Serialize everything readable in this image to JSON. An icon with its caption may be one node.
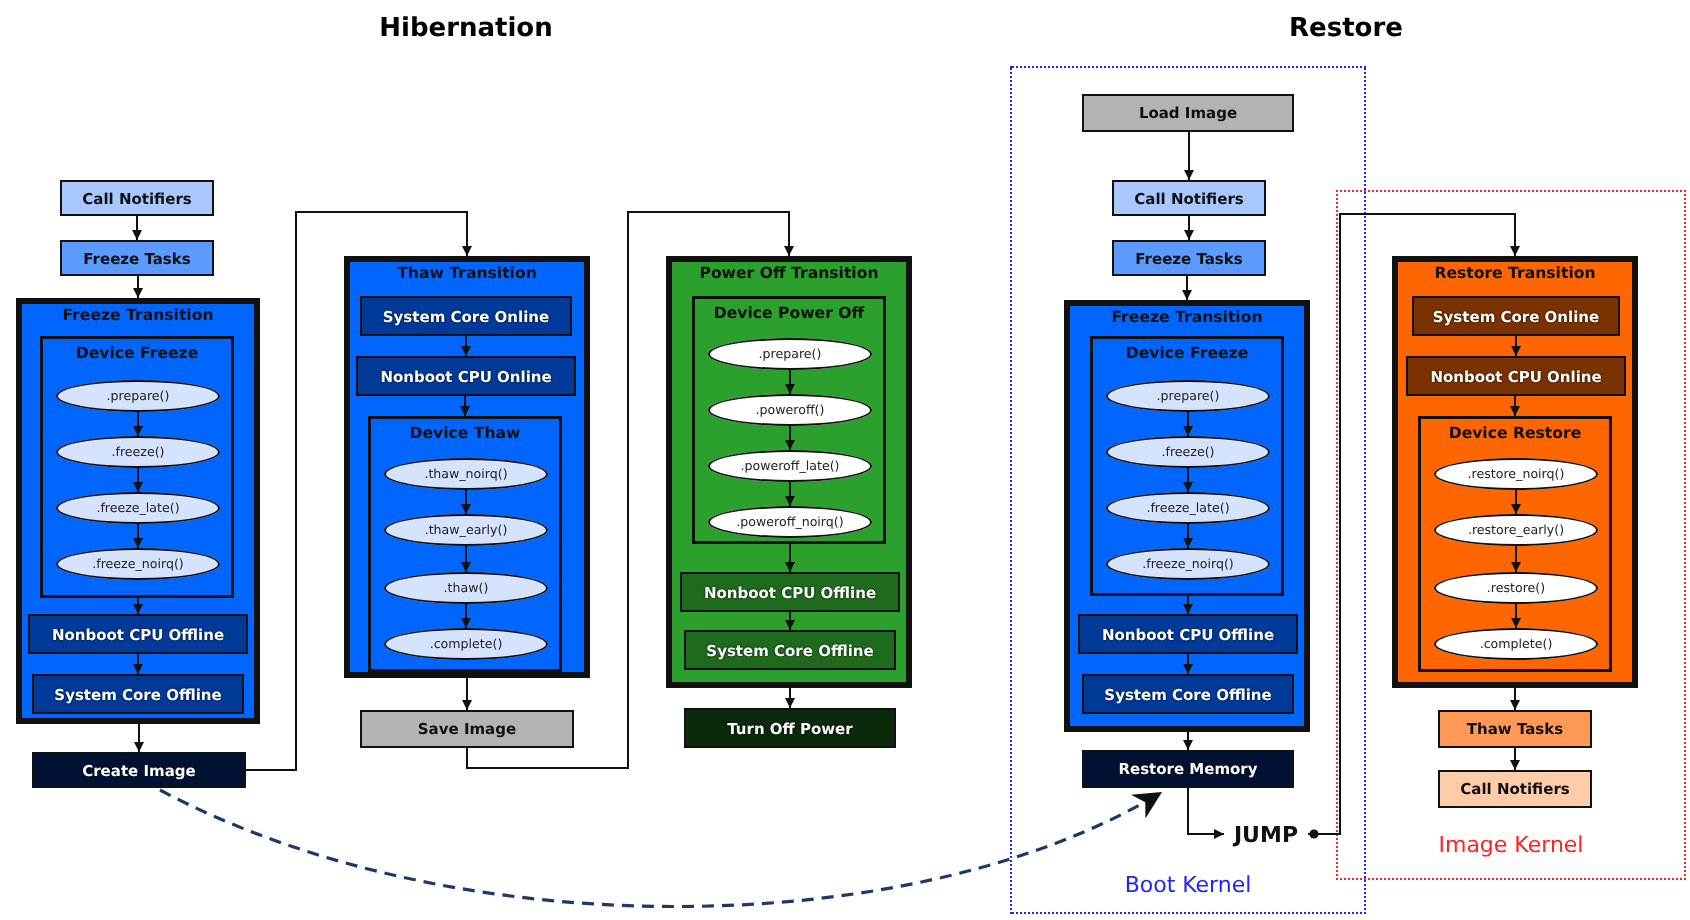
{
  "diagram": {
    "nodes": [
      {
        "text": [
          "Call Notifiers"
        ]
      },
      {
        "text": [
          "Freeze Tasks"
        ]
      },
      {
        "text": [
          "Freeze Transition"
        ]
      },
      {
        "text": [
          "Device Freeze"
        ],
        "in": 2
      },
      {
        "text": [
          ".prepare()"
        ],
        "in": 3
      },
      {
        "text": [
          ".freeze()"
        ],
        "in": 3
      },
      {
        "text": [
          ".freeze_late()"
        ],
        "in": 3
      },
      {
        "text": [
          ".freeze_noirq()"
        ],
        "in": 3
      },
      {
        "text": [
          "Nonboot CPU Offline"
        ],
        "in": 2
      },
      {
        "text": [
          "System Core Offline"
        ],
        "in": 2
      },
      {
        "text": [
          "Create Image"
        ]
      },
      {
        "text": [
          "Thaw Transition"
        ]
      },
      {
        "text": [
          "System Core Online"
        ],
        "in": 11
      },
      {
        "text": [
          "Nonboot CPU Online"
        ],
        "in": 11
      },
      {
        "text": [
          "Device Thaw"
        ],
        "in": 11
      },
      {
        "text": [
          ".thaw_noirq()"
        ],
        "in": 14
      },
      {
        "text": [
          ".thaw_early()"
        ],
        "in": 14
      },
      {
        "text": [
          ".thaw()"
        ],
        "in": 14
      },
      {
        "text": [
          ".complete()"
        ],
        "in": 14
      },
      {
        "text": [
          "Save Image"
        ]
      },
      {
        "text": [
          "Power Off Transition"
        ]
      },
      {
        "text": [
          "Device Power Off"
        ],
        "in": 20
      },
      {
        "text": [
          ".prepare()"
        ],
        "in": 21
      },
      {
        "text": [
          ".poweroff()"
        ],
        "in": 21
      },
      {
        "text": [
          ".poweroff_late()"
        ],
        "in": 21
      },
      {
        "text": [
          ".poweroff_noirq()"
        ],
        "in": 21
      },
      {
        "text": [
          "Nonboot CPU Offline"
        ],
        "in": 20
      },
      {
        "text": [
          "System Core Offline"
        ],
        "in": 20
      },
      {
        "text": [
          "Turn Off Power"
        ]
      },
      {
        "text": [
          "Boot Kernel"
        ]
      },
      {
        "text": [
          "Load Image"
        ],
        "in": 29
      },
      {
        "text": [
          "Call Notifiers"
        ],
        "in": 29
      },
      {
        "text": [
          "Freeze Tasks"
        ],
        "in": 29
      },
      {
        "text": [
          "Freeze Transition"
        ],
        "in": 29
      },
      {
        "text": [
          "Device Freeze"
        ],
        "in": 33
      },
      {
        "text": [
          ".prepare()"
        ],
        "in": 34
      },
      {
        "text": [
          ".freeze()"
        ],
        "in": 34
      },
      {
        "text": [
          ".freeze_late()"
        ],
        "in": 34
      },
      {
        "text": [
          ".freeze_noirq()"
        ],
        "in": 34
      },
      {
        "text": [
          "Nonboot CPU Offline"
        ],
        "in": 33
      },
      {
        "text": [
          "System Core Offline"
        ],
        "in": 33
      },
      {
        "text": [
          "Restore Memory"
        ],
        "in": 29
      },
      {
        "text": [
          "JUMP"
        ],
        "in": 29
      },
      {
        "text": [
          "Image Kernel"
        ]
      },
      {
        "text": [
          "Restore Transition"
        ],
        "in": 43
      },
      {
        "text": [
          "System Core Online"
        ],
        "in": 44
      },
      {
        "text": [
          "Nonboot CPU Online"
        ],
        "in": 44
      },
      {
        "text": [
          "Device Restore"
        ],
        "in": 44
      },
      {
        "text": [
          ".restore_noirq()"
        ],
        "in": 47
      },
      {
        "text": [
          ".restore_early()"
        ],
        "in": 47
      },
      {
        "text": [
          ".restore()"
        ],
        "in": 47
      },
      {
        "text": [
          ".complete()"
        ],
        "in": 47
      },
      {
        "text": [
          "Thaw Tasks"
        ],
        "in": 43
      },
      {
        "text": [
          "Call Notifiers"
        ],
        "in": 43
      }
    ],
    "edges": [
      {
        "from": 0,
        "to": 1,
        "arrow": "to"
      },
      {
        "from": 1,
        "to": 2,
        "arrow": "to"
      },
      {
        "from": 4,
        "to": 5,
        "arrow": "to"
      },
      {
        "from": 5,
        "to": 6,
        "arrow": "to"
      },
      {
        "from": 6,
        "to": 7,
        "arrow": "to"
      },
      {
        "from": 3,
        "to": 8,
        "arrow": "to"
      },
      {
        "from": 8,
        "to": 9,
        "arrow": "to"
      },
      {
        "from": 2,
        "to": 10,
        "arrow": "to"
      },
      {
        "from": 10,
        "to": 11,
        "arrow": "to"
      },
      {
        "from": 12,
        "to": 13,
        "arrow": "to"
      },
      {
        "from": 13,
        "to": 14,
        "arrow": "to"
      },
      {
        "from": 15,
        "to": 16,
        "arrow": "to"
      },
      {
        "from": 16,
        "to": 17,
        "arrow": "to"
      },
      {
        "from": 17,
        "to": 18,
        "arrow": "to"
      },
      {
        "from": 11,
        "to": 19,
        "arrow": "to"
      },
      {
        "from": 19,
        "to": 20,
        "arrow": "to"
      },
      {
        "from": 22,
        "to": 23,
        "arrow": "to"
      },
      {
        "from": 23,
        "to": 24,
        "arrow": "to"
      },
      {
        "from": 24,
        "to": 25,
        "arrow": "to"
      },
      {
        "from": 21,
        "to": 26,
        "arrow": "to"
      },
      {
        "from": 26,
        "to": 27,
        "arrow": "to"
      },
      {
        "from": 20,
        "to": 28,
        "arrow": "to"
      },
      {
        "from": 30,
        "to": 31,
        "arrow": "to"
      },
      {
        "from": 31,
        "to": 32,
        "arrow": "to"
      },
      {
        "from": 32,
        "to": 33,
        "arrow": "to"
      },
      {
        "from": 35,
        "to": 36,
        "arrow": "to"
      },
      {
        "from": 36,
        "to": 37,
        "arrow": "to"
      },
      {
        "from": 37,
        "to": 38,
        "arrow": "to"
      },
      {
        "from": 34,
        "to": 39,
        "arrow": "to"
      },
      {
        "from": 39,
        "to": 40,
        "arrow": "to"
      },
      {
        "from": 33,
        "to": 41,
        "arrow": "to"
      },
      {
        "from": 41,
        "to": 42,
        "arrow": "to"
      },
      {
        "from": 42,
        "to": 44,
        "arrow": "to"
      },
      {
        "from": 45,
        "to": 46,
        "arrow": "to"
      },
      {
        "from": 46,
        "to": 47,
        "arrow": "to"
      },
      {
        "from": 48,
        "to": 49,
        "arrow": "to"
      },
      {
        "from": 49,
        "to": 50,
        "arrow": "to"
      },
      {
        "from": 50,
        "to": 51,
        "arrow": "to"
      },
      {
        "from": 44,
        "to": 52,
        "arrow": "to"
      },
      {
        "from": 52,
        "to": 53,
        "arrow": "to"
      },
      {
        "from": 10,
        "to": 41,
        "arrow": "to",
        "style": "dashed",
        "color": "#1a3a6b"
      }
    ],
    "labels": [
      "Hibernation",
      "Restore"
    ]
  }
}
